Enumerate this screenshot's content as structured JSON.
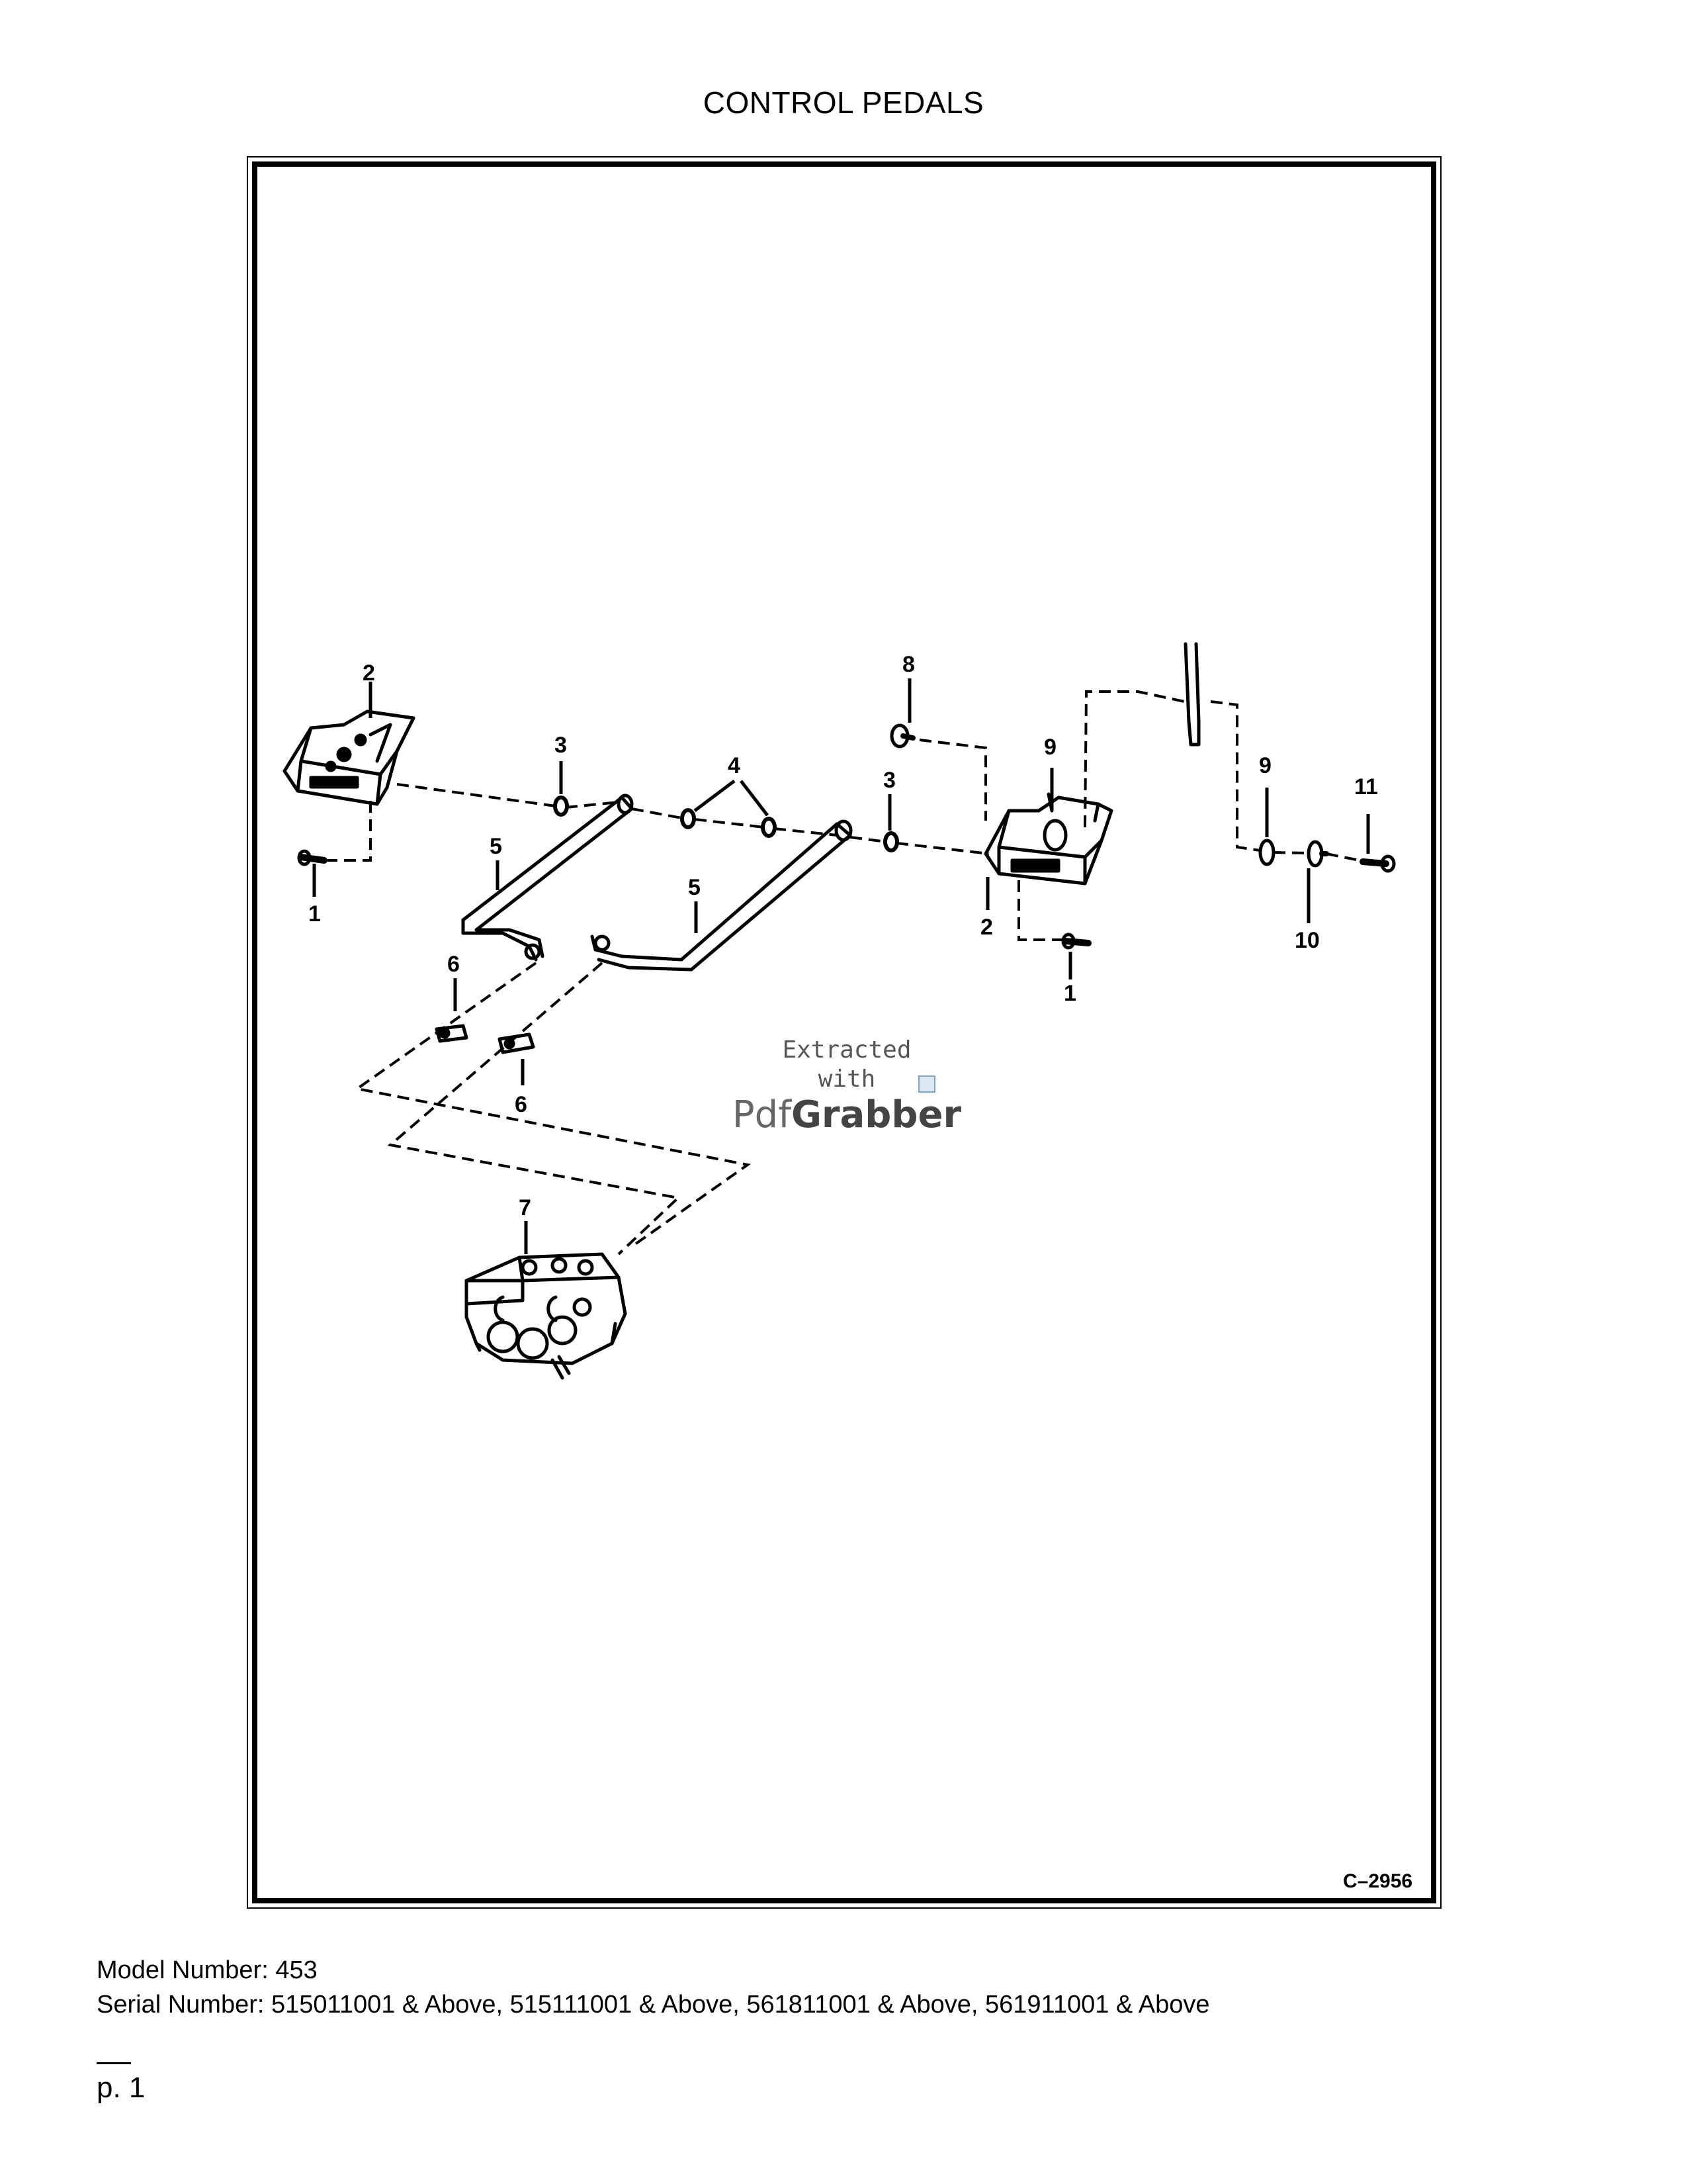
{
  "page": {
    "title": "CONTROL PEDALS",
    "figure_code": "C–2956"
  },
  "callouts": {
    "c1a": "1",
    "c1b": "1",
    "c2a": "2",
    "c2b": "2",
    "c3a": "3",
    "c3b": "3",
    "c4": "4",
    "c5a": "5",
    "c5b": "5",
    "c6a": "6",
    "c6b": "6",
    "c7": "7",
    "c8": "8",
    "c9a": "9",
    "c9b": "9",
    "c10": "10",
    "c11": "11"
  },
  "watermark": {
    "line1": "Extracted",
    "line2": "with",
    "brand_a": "Pdf",
    "brand_b": "Grabber"
  },
  "footer": {
    "model": "Model Number: 453",
    "serial": "Serial Number: 515011001 & Above, 515111001 & Above, 561811001 & Above, 561911001 & Above",
    "page": "p. 1"
  }
}
